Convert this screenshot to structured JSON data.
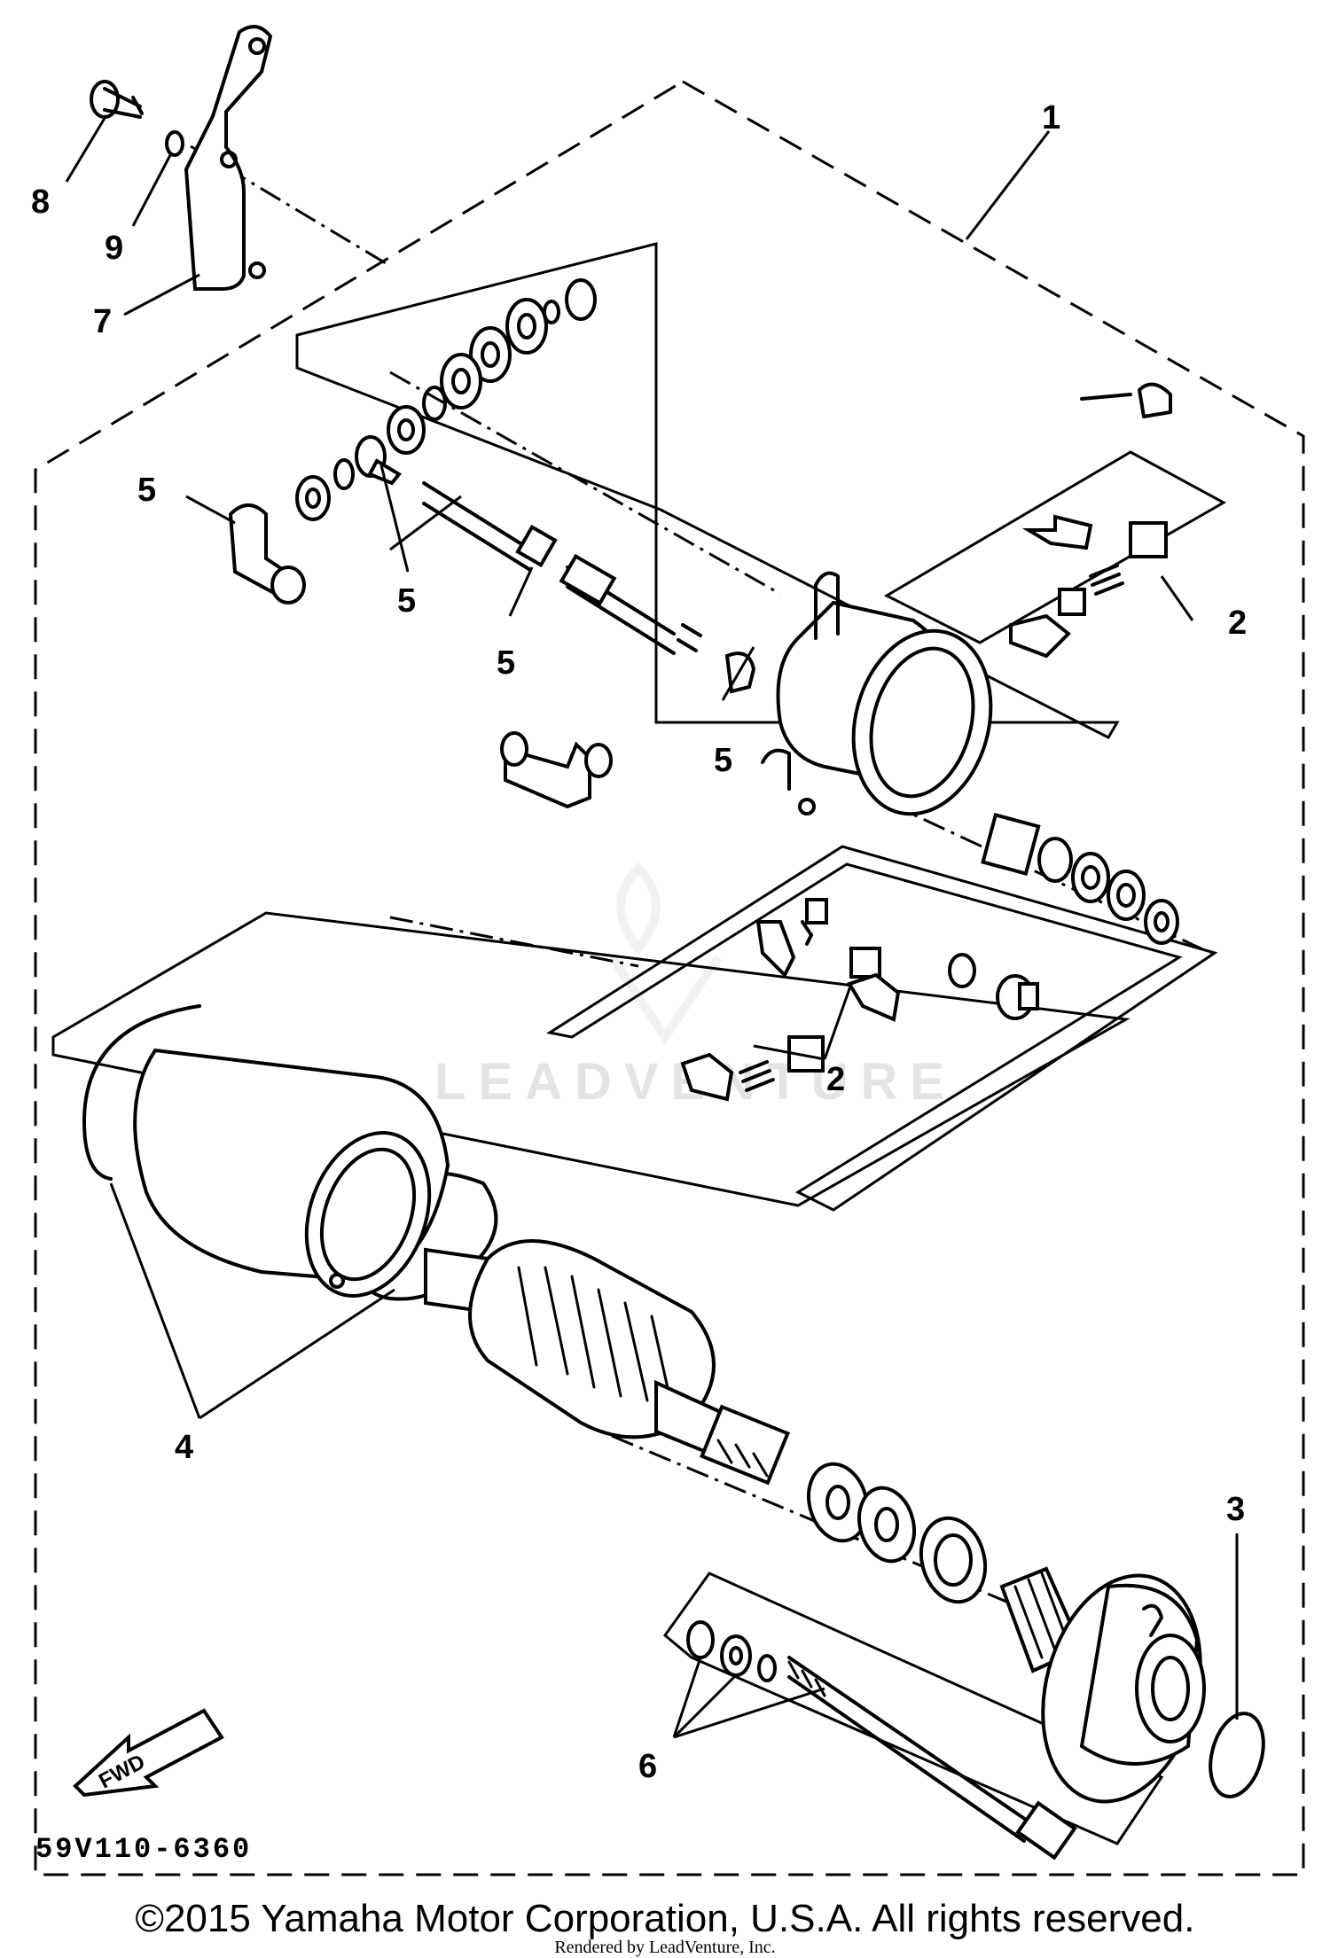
{
  "drawing_code": "59V110-6360",
  "callouts": {
    "c1": "1",
    "c2a": "2",
    "c2b": "2",
    "c3": "3",
    "c4": "4",
    "c5a": "5",
    "c5b": "5",
    "c5c": "5",
    "c5d": "5",
    "c6": "6",
    "c7": "7",
    "c8": "8",
    "c9": "9"
  },
  "fwd_label": "FWD",
  "watermark": "LEADVENTURE",
  "copyright": "©2015 Yamaha Motor Corporation, U.S.A. All rights reserved.",
  "rendered_by": "Rendered by LeadVenture, Inc."
}
